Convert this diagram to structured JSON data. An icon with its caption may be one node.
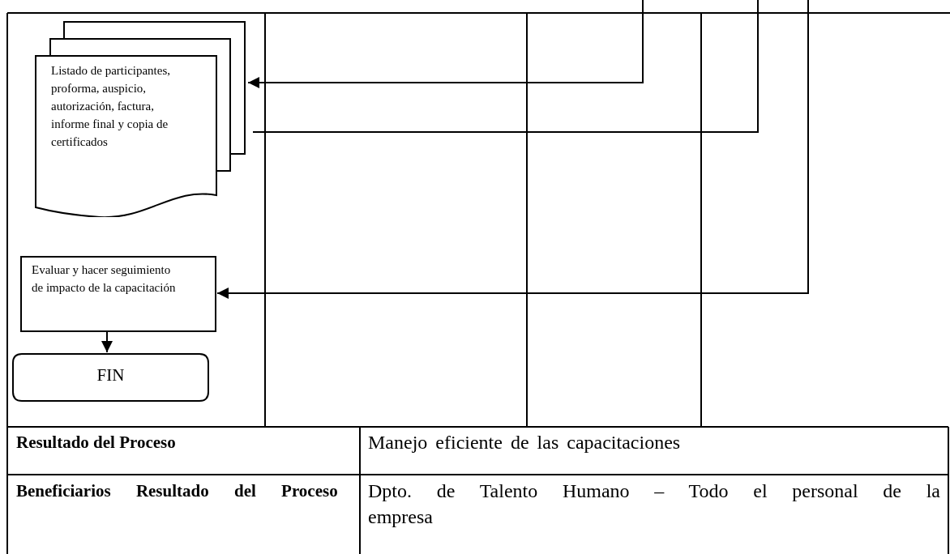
{
  "diagram": {
    "nodes": [
      {
        "text": [
          "Listado de participantes, proforma, auspicio, autorización, factura, informe final y copia de certificados"
        ]
      },
      {
        "text": [
          "Evaluar y hacer seguimiento de impacto de la capacitación"
        ]
      },
      {
        "text": [
          "FIN"
        ]
      }
    ],
    "edges": [
      {
        "from": null,
        "to": 0,
        "arrow": "to"
      },
      {
        "from": 0,
        "to": null,
        "arrow": "none"
      },
      {
        "from": null,
        "to": 1,
        "arrow": "to"
      },
      {
        "from": 1,
        "to": 2,
        "arrow": "to"
      }
    ],
    "labels": [
      "Resultado del Proceso",
      "Manejo eficiente de las capacitaciones",
      "Beneficiarios Resultado del Proceso",
      "Dpto. de Talento Humano – Todo el personal de la empresa"
    ]
  }
}
